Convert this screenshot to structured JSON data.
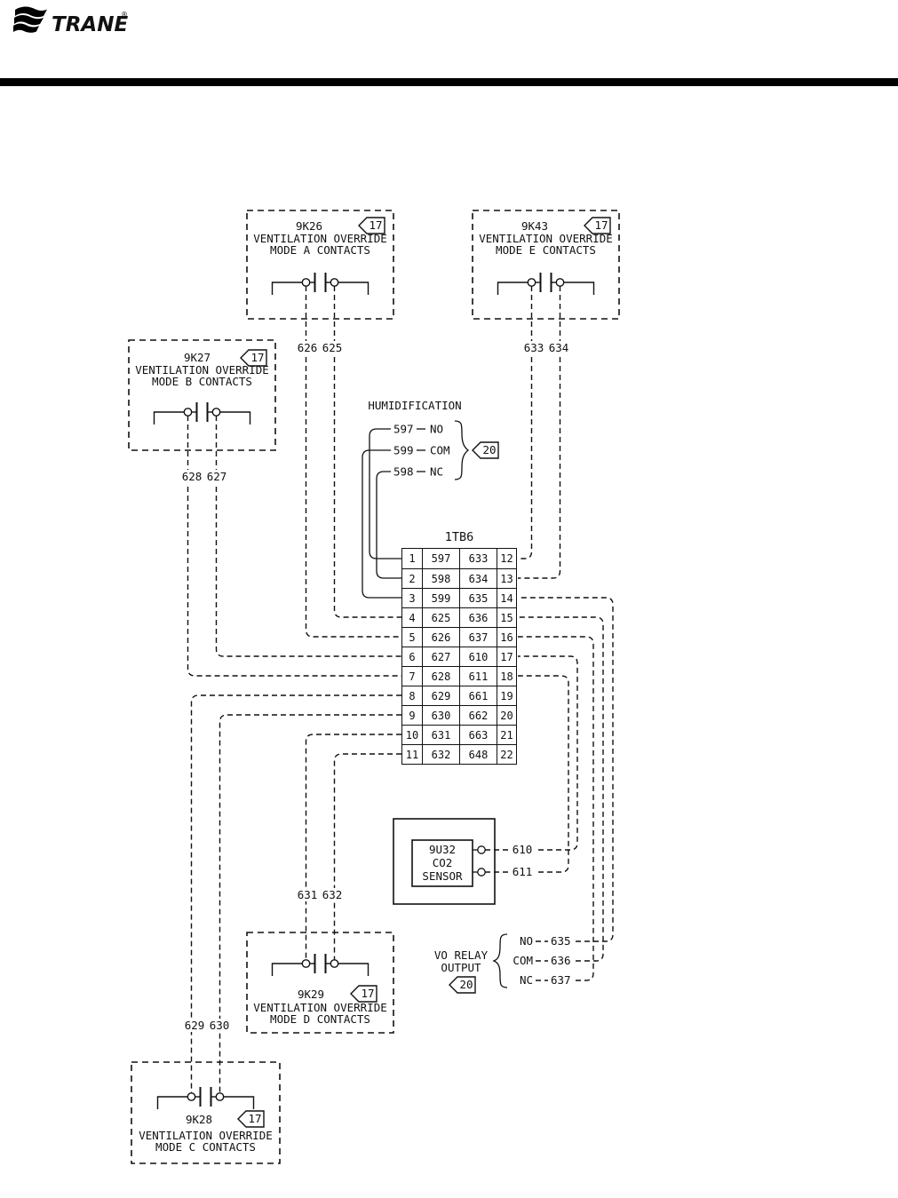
{
  "palette": {
    "ink": "#111111",
    "background": "#ffffff"
  },
  "header": {
    "brand": "TRANE",
    "reg": "®"
  },
  "relay_boxes": [
    {
      "id": "9K26",
      "line1": "VENTILATION OVERRIDE",
      "line2": "MODE A CONTACTS",
      "tag": "17"
    },
    {
      "id": "9K43",
      "line1": "VENTILATION OVERRIDE",
      "line2": "MODE E CONTACTS",
      "tag": "17"
    },
    {
      "id": "9K27",
      "line1": "VENTILATION OVERRIDE",
      "line2": "MODE B CONTACTS",
      "tag": "17"
    },
    {
      "id": "9K29",
      "line1": "VENTILATION OVERRIDE",
      "line2": "MODE D CONTACTS",
      "tag": "17"
    },
    {
      "id": "9K28",
      "line1": "VENTILATION OVERRIDE",
      "line2": "MODE C CONTACTS",
      "tag": "17"
    }
  ],
  "wire_labels": {
    "k26_left": "626",
    "k26_right": "625",
    "k43_left": "633",
    "k43_right": "634",
    "k27_left": "628",
    "k27_right": "627",
    "k29_left": "631",
    "k29_right": "632",
    "k28_left": "629",
    "k28_right": "630"
  },
  "humidification": {
    "title": "HUMIDIFICATION",
    "tag": "20",
    "rows": [
      {
        "wire": "597",
        "term": "NO"
      },
      {
        "wire": "599",
        "term": "COM"
      },
      {
        "wire": "598",
        "term": "NC"
      }
    ]
  },
  "terminal_block": {
    "title": "1TB6",
    "rows": [
      [
        "1",
        "597",
        "633",
        "12"
      ],
      [
        "2",
        "598",
        "634",
        "13"
      ],
      [
        "3",
        "599",
        "635",
        "14"
      ],
      [
        "4",
        "625",
        "636",
        "15"
      ],
      [
        "5",
        "626",
        "637",
        "16"
      ],
      [
        "6",
        "627",
        "610",
        "17"
      ],
      [
        "7",
        "628",
        "611",
        "18"
      ],
      [
        "8",
        "629",
        "661",
        "19"
      ],
      [
        "9",
        "630",
        "662",
        "20"
      ],
      [
        "10",
        "631",
        "663",
        "21"
      ],
      [
        "11",
        "632",
        "648",
        "22"
      ]
    ]
  },
  "co2_sensor": {
    "id": "9U32",
    "gas": "CO2",
    "label": "SENSOR",
    "out_top": "610",
    "out_bottom": "611"
  },
  "vo_relay": {
    "line1": "VO RELAY",
    "line2": "OUTPUT",
    "tag": "20",
    "rows": [
      {
        "term": "NO",
        "wire": "635"
      },
      {
        "term": "COM",
        "wire": "636"
      },
      {
        "term": "NC",
        "wire": "637"
      }
    ]
  }
}
